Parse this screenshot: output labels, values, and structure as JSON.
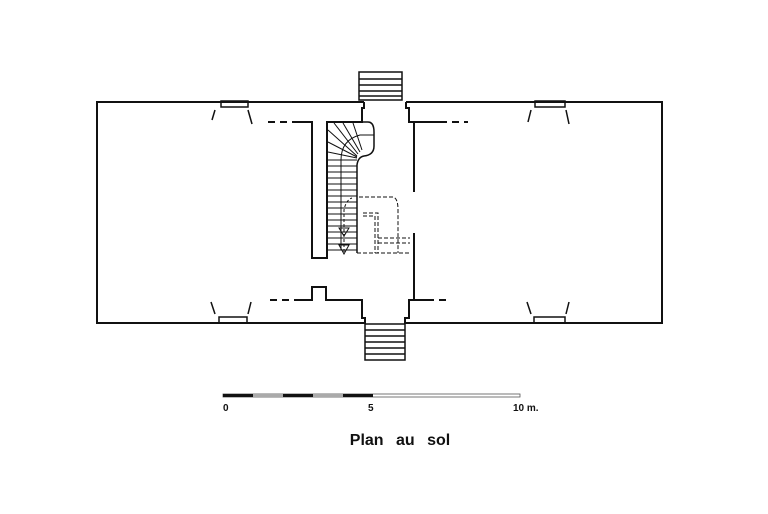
{
  "title": "Plan au sol",
  "scale": {
    "labels": [
      "0",
      "5",
      "10 m."
    ],
    "max_meters": 10
  },
  "colors": {
    "ink": "#111111",
    "scale_gray": "#aaaaaa"
  }
}
